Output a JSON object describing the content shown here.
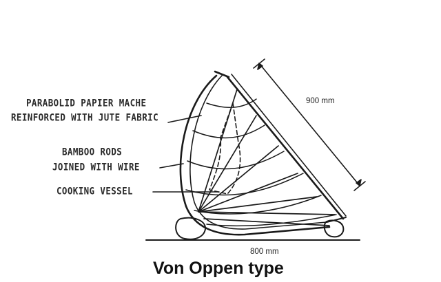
{
  "labels": {
    "paraboloid_line1": "PARABOLID PAPIER MACHE",
    "paraboloid_line2": "REINFORCED WITH JUTE FABRIC",
    "bamboo_line1": "BAMBOO RODS",
    "bamboo_line2": "JOINED WITH WIRE",
    "cooking_vessel": "COOKING VESSEL"
  },
  "dimensions": {
    "diagonal": "900 mm",
    "base": "800 mm"
  },
  "caption": "Von Oppen type"
}
